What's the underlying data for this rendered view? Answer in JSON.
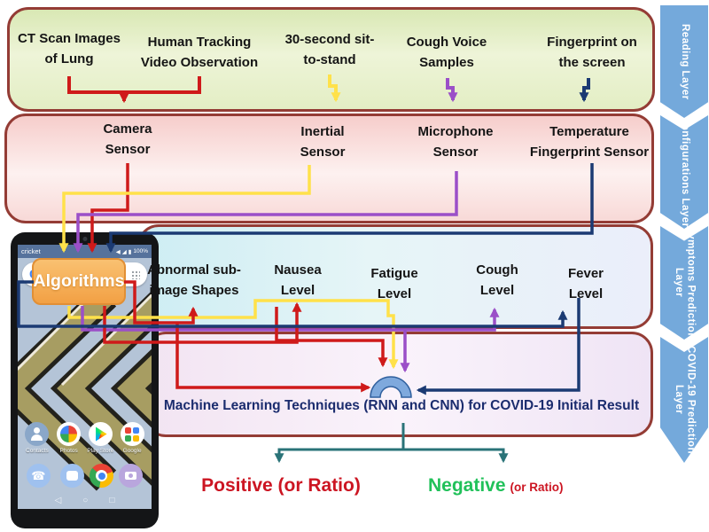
{
  "reading_layer": {
    "side_label": "Reading Layer",
    "items": [
      {
        "line1": "CT Scan Images",
        "line2": "of Lung"
      },
      {
        "line1": "Human Tracking",
        "line2": "Video Observation"
      },
      {
        "line1": "30-second sit-",
        "line2": "to-stand"
      },
      {
        "line1": "Cough Voice",
        "line2": "Samples"
      },
      {
        "line1": "Fingerprint on",
        "line2": "the screen"
      }
    ]
  },
  "configurations_layer": {
    "side_label": "Configurations Layer",
    "items": [
      {
        "line1": "Camera",
        "line2": "Sensor"
      },
      {
        "line1": "Inertial",
        "line2": "Sensor"
      },
      {
        "line1": "Microphone",
        "line2": "Sensor"
      },
      {
        "line1": "Temperature",
        "line2": "Fingerprint Sensor"
      }
    ]
  },
  "symptoms_layer": {
    "side_label": "Symptoms Prediction Layer",
    "algorithms_label": "Algorithms",
    "items": [
      {
        "line1": "Abnormal sub-",
        "line2": "image Shapes"
      },
      {
        "line1": "Nausea",
        "line2": "Level"
      },
      {
        "line1": "Fatigue",
        "line2": "Level"
      },
      {
        "line1": "Cough",
        "line2": "Level"
      },
      {
        "line1": "Fever",
        "line2": "Level"
      }
    ]
  },
  "covid_layer": {
    "side_label": "COVID-19 Prediction Layer",
    "ml_text": "Machine Learning Techniques (RNN and CNN) for COVID-19 Initial Result"
  },
  "outputs": {
    "positive": "Positive (or Ratio)",
    "negative": "Negative",
    "negative_suffix": "(or Ratio)"
  },
  "phone": {
    "carrier": "cricket",
    "status": {
      "volume_icon": "◀",
      "signal_icon": "◢",
      "battery_icon": "▮",
      "battery": "100%"
    },
    "search_letter": "G",
    "app_labels": [
      "Contacts",
      "Photos",
      "Play Store",
      "Google"
    ],
    "nav": {
      "back_icon": "◁",
      "home_icon": "○",
      "recents_icon": "□"
    }
  },
  "colors": {
    "line_red": "#cf1a1a",
    "line_yellow": "#ffe14a",
    "line_purple": "#9b4fc8",
    "line_navy": "#1b3a73",
    "line_teal": "#2a7378",
    "box_border": "#943c35",
    "chevron_blue": "#74a9db",
    "algorithms_orange": "#f6ad55",
    "arch_blue": "#7fa9dd",
    "positive_red": "#cc1522",
    "negative_green": "#21c15a",
    "ml_text_navy": "#1b2c6e"
  }
}
